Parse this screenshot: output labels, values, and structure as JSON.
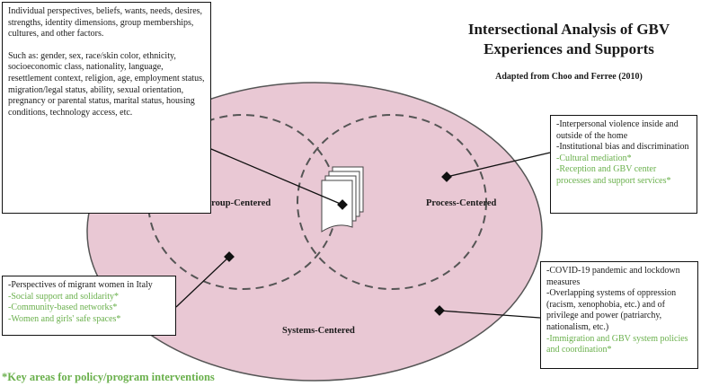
{
  "title": "Intersectional Analysis of GBV Experiences and Supports",
  "subtitle": "Adapted from Choo and Ferree (2010)",
  "labels": {
    "group": "Group-Centered",
    "process": "Process-Centered",
    "systems": "Systems-Centered"
  },
  "boxes": {
    "individual": {
      "paragraph1": "Individual perspectives, beliefs, wants, needs, desires, strengths, identity dimensions, group memberships, cultures, and other factors.",
      "paragraph2": "Such as: gender, sex, race/skin color, ethnicity, socioeconomic class, nationality, language, resettlement context, religion, age, employment status, migration/legal status, ability, sexual orientation, pregnancy or parental status, marital status, housing conditions, technology access, etc."
    },
    "process": {
      "items": [
        "-Interpersonal violence inside and outside of the home",
        "-Institutional bias and discrimination"
      ],
      "key_items": [
        "-Cultural mediation*",
        "-Reception and GBV center processes and support services*"
      ]
    },
    "group": {
      "items": [
        "-Perspectives of migrant women in Italy"
      ],
      "key_items": [
        "-Social support and solidarity*",
        "-Community-based networks*",
        "-Women and girls' safe spaces*"
      ]
    },
    "systems": {
      "items": [
        "-COVID-19 pandemic and lockdown measures",
        "-Overlapping systems of oppression (racism, xenophobia, etc.) and of privilege and power (patriarchy, nationalism, etc.)"
      ],
      "key_items": [
        "-Immigration and GBV system policies and coordination*"
      ]
    }
  },
  "footer": "*Key areas for policy/program interventions",
  "colors": {
    "circle_fill": "#e9c8d4",
    "key_green": "#6ab04c",
    "outline": "#555555"
  }
}
